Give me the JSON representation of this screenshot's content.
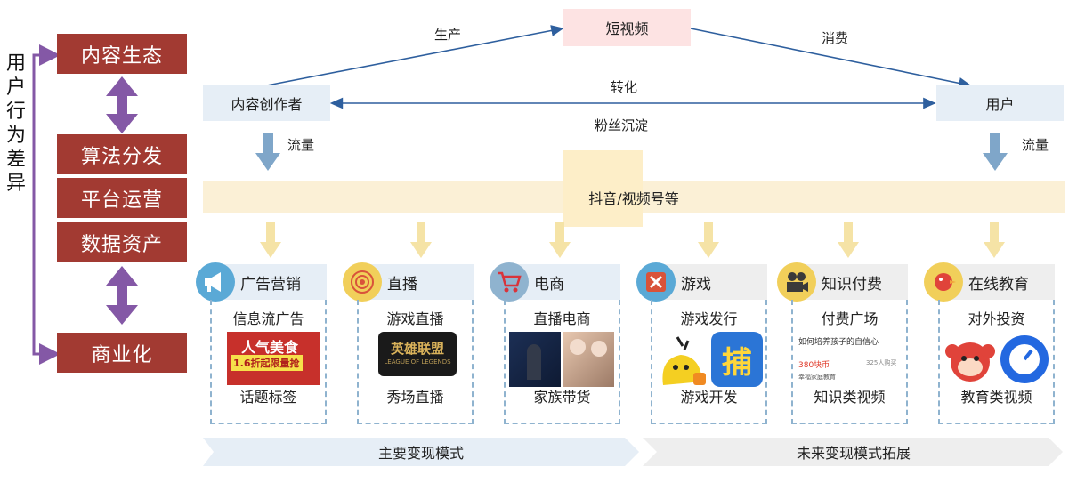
{
  "left_panel": {
    "vertical_title": "用户行为差异",
    "boxes": [
      "内容生态",
      "算法分发",
      "平台运营",
      "数据资产",
      "商业化"
    ]
  },
  "flow": {
    "center_node": "短视频",
    "creator_node": "内容创作者",
    "user_node": "用户",
    "produce_label": "生产",
    "consume_label": "消费",
    "convert_label": "转化",
    "fans_label": "粉丝沉淀",
    "traffic_left": "流量",
    "traffic_right": "流量"
  },
  "platform": {
    "label": "抖音/视频号等"
  },
  "categories": [
    {
      "title": "广告营销",
      "item1": "信息流广告",
      "item2": "话题标签",
      "thumb_text_1": "人气美食",
      "thumb_text_2": "1.6折起限量抢",
      "icon": "megaphone-icon"
    },
    {
      "title": "直播",
      "item1": "游戏直播",
      "item2": "秀场直播",
      "thumb_text_1": "英雄联盟",
      "thumb_text_2": "LEAGUE OF LEGENDS",
      "icon": "broadcast-icon"
    },
    {
      "title": "电商",
      "item1": "直播电商",
      "item2": "家族带货",
      "icon": "cart-icon"
    },
    {
      "title": "游戏",
      "item1": "游戏发行",
      "item2": "游戏开发",
      "thumb_text_1": "捕",
      "icon": "game-icon"
    },
    {
      "title": "知识付费",
      "item1": "付费广场",
      "item2": "知识类视频",
      "thumb_text_1": "如何培养孩子的自信心",
      "thumb_text_2": "380块币",
      "thumb_text_3": "325人购买",
      "thumb_text_4": "幸福家庭教育",
      "icon": "projector-icon"
    },
    {
      "title": "在线教育",
      "item1": "对外投资",
      "item2": "教育类视频",
      "icon": "bird-icon"
    }
  ],
  "bottom": {
    "main_mode": "主要变现模式",
    "future_mode": "未来变现模式拓展"
  },
  "colors": {
    "red_box": "#a23a32",
    "purple_arrow": "#8458a6",
    "blue_arrow": "#2e5f9e",
    "light_blue": "#e6eef6",
    "pink": "#fde3e3",
    "cream": "#fbf0d6"
  }
}
